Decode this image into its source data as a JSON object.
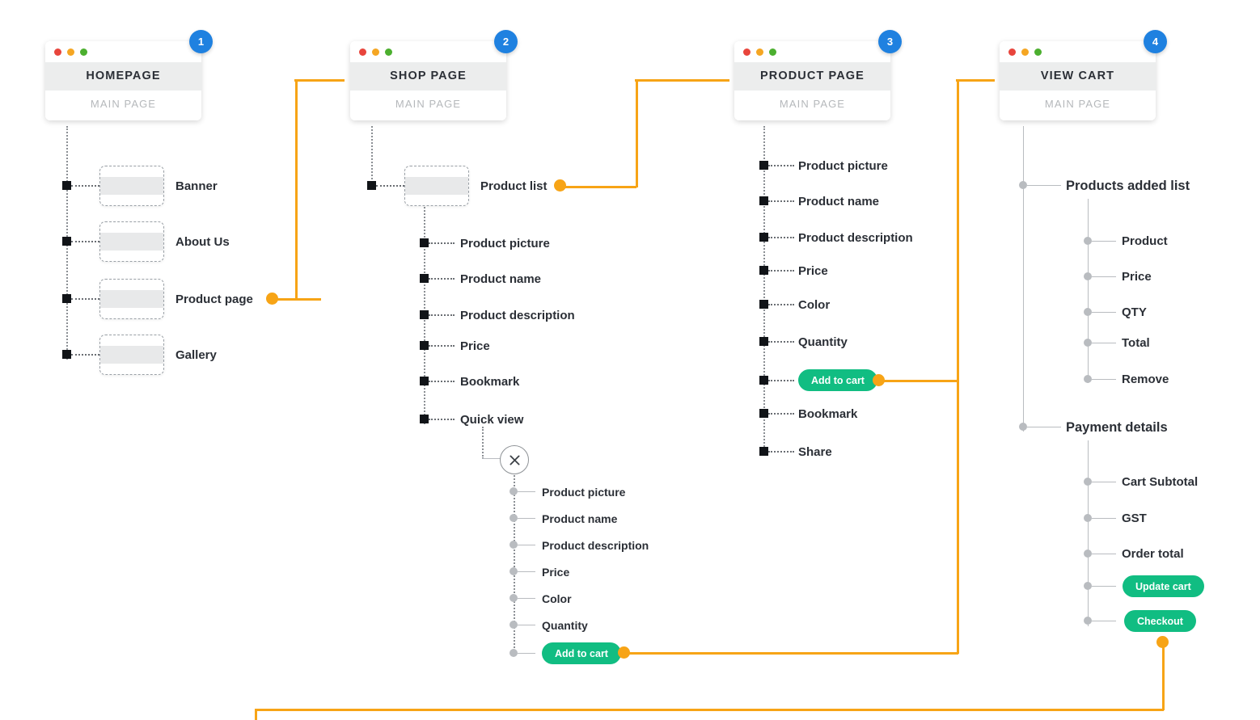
{
  "theme": {
    "accent_orange": "#f7a416",
    "badge_blue": "#1f81e0",
    "button_green": "#11bd82",
    "node_black": "#111418",
    "node_gray": "#b9bcc0",
    "text_dark": "#2b2f36",
    "muted_text": "#b5b8bb",
    "card_band": "#eceded"
  },
  "pages": [
    {
      "badge": "1",
      "title": "HOMEPAGE",
      "subtitle": "MAIN PAGE"
    },
    {
      "badge": "2",
      "title": "SHOP PAGE",
      "subtitle": "MAIN PAGE"
    },
    {
      "badge": "3",
      "title": "PRODUCT PAGE",
      "subtitle": "MAIN PAGE"
    },
    {
      "badge": "4",
      "title": "VIEW CART",
      "subtitle": "MAIN PAGE"
    }
  ],
  "homepage_items": [
    {
      "label": "Banner"
    },
    {
      "label": "About Us"
    },
    {
      "label": "Product page"
    },
    {
      "label": "Gallery"
    }
  ],
  "shop_root": {
    "label": "Product list"
  },
  "shop_items": [
    {
      "label": "Product picture"
    },
    {
      "label": "Product name"
    },
    {
      "label": "Product description"
    },
    {
      "label": "Price"
    },
    {
      "label": "Bookmark"
    },
    {
      "label": "Quick view"
    }
  ],
  "quickview": {
    "close_icon": "close-x-icon",
    "items": [
      {
        "label": "Product picture"
      },
      {
        "label": "Product name"
      },
      {
        "label": "Product description"
      },
      {
        "label": "Price"
      },
      {
        "label": "Color"
      },
      {
        "label": "Quantity"
      }
    ],
    "cta": "Add to cart"
  },
  "product_items": [
    {
      "label": "Product picture"
    },
    {
      "label": "Product name"
    },
    {
      "label": "Product description"
    },
    {
      "label": "Price"
    },
    {
      "label": "Color"
    },
    {
      "label": "Quantity"
    }
  ],
  "product_cta": "Add to cart",
  "product_items_after": [
    {
      "label": "Bookmark"
    },
    {
      "label": "Share"
    }
  ],
  "cart": {
    "group_products": "Products added list",
    "product_rows": [
      {
        "label": "Product"
      },
      {
        "label": "Price"
      },
      {
        "label": "QTY"
      },
      {
        "label": "Total"
      },
      {
        "label": "Remove"
      }
    ],
    "group_payment": "Payment details",
    "payment_rows": [
      {
        "label": "Cart Subtotal"
      },
      {
        "label": "GST"
      },
      {
        "label": "Order total"
      }
    ],
    "update_cta": "Update cart",
    "checkout_cta": "Checkout"
  }
}
